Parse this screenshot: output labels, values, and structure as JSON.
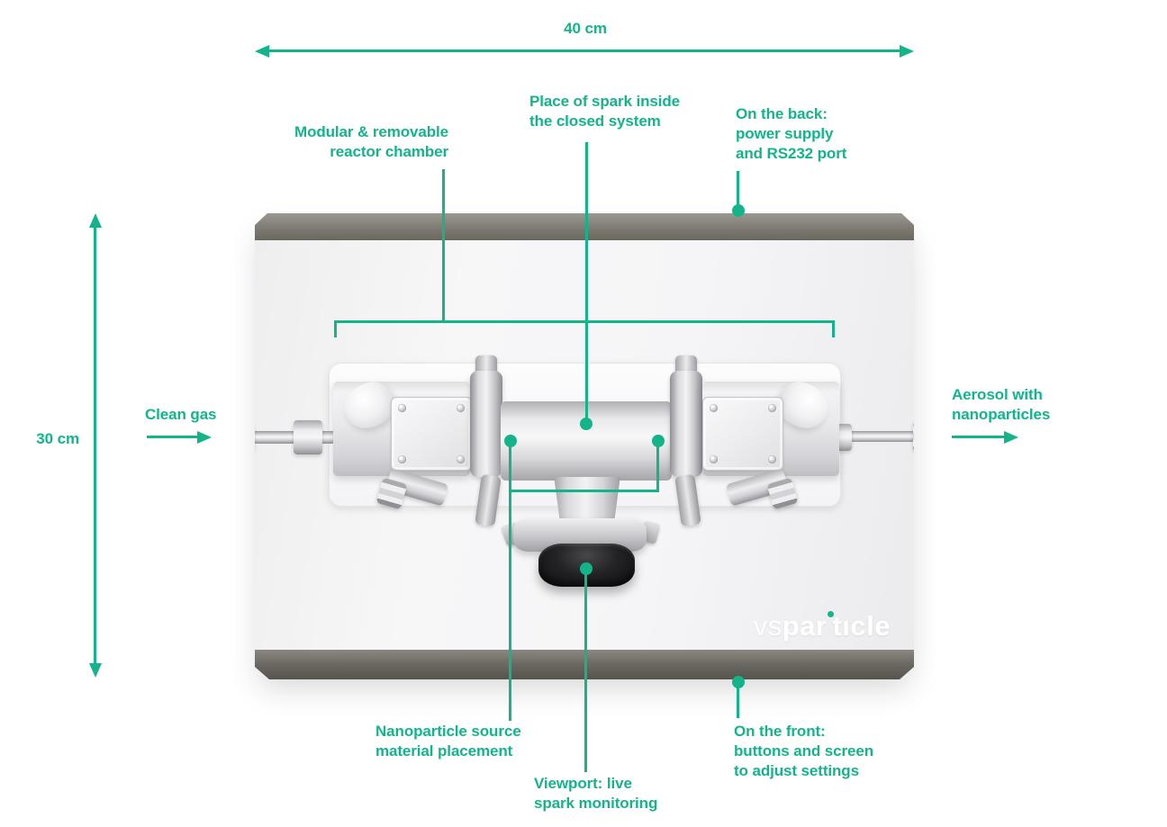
{
  "accent_color": "#14b48a",
  "dimensions": {
    "width_label": "40 cm",
    "height_label": "30 cm"
  },
  "labels": {
    "reactor_chamber": {
      "line1": "Modular & removable",
      "line2": "reactor chamber"
    },
    "spark_place": {
      "line1": "Place of spark inside",
      "line2": "the closed system"
    },
    "back_panel": {
      "line1": "On the back:",
      "line2": "power supply",
      "line3": "and RS232 port"
    },
    "clean_gas": {
      "line1": "Clean gas"
    },
    "aerosol": {
      "line1": "Aerosol with",
      "line2": "nanoparticles"
    },
    "source_material": {
      "line1": "Nanoparticle source",
      "line2": "material placement"
    },
    "viewport": {
      "line1": "Viewport: live",
      "line2": "spark monitoring"
    },
    "front_panel": {
      "line1": "On the front:",
      "line2": "buttons and screen",
      "line3": "to adjust settings"
    }
  },
  "logo": {
    "part1": "vs",
    "part2": "par",
    "part3": "tıcle"
  }
}
